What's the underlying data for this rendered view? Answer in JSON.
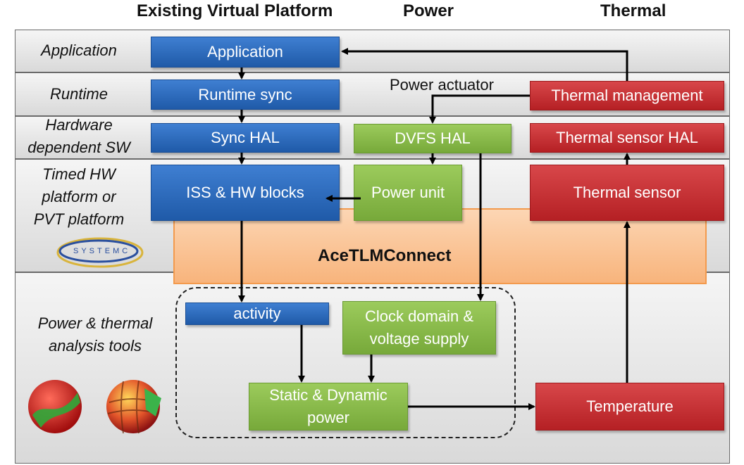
{
  "headers": {
    "virtual_platform": "Existing Virtual Platform",
    "power": "Power",
    "thermal": "Thermal"
  },
  "layers": {
    "application": "Application",
    "runtime": "Runtime",
    "hw_dependent_sw": [
      "Hardware",
      "dependent SW"
    ],
    "timed_hw": [
      "Timed HW",
      "platform or",
      "PVT platform"
    ],
    "tools": [
      "Power & thermal",
      "analysis tools"
    ]
  },
  "blocks": {
    "application": "Application",
    "runtime_sync": "Runtime sync",
    "sync_hal": "Sync HAL",
    "iss_hw": "ISS & HW blocks",
    "activity": "activity",
    "dvfs_hal": "DVFS HAL",
    "power_unit": "Power unit",
    "clock_domain": [
      "Clock domain &",
      "voltage supply"
    ],
    "static_dynamic": [
      "Static & Dynamic",
      "power"
    ],
    "thermal_management": "Thermal management",
    "thermal_sensor_hal": "Thermal sensor HAL",
    "thermal_sensor": "Thermal sensor",
    "temperature": "Temperature"
  },
  "labels": {
    "power_actuator": "Power actuator",
    "acetlmconnect": "AceTLMConnect",
    "systemc_logo": "SYSTEMC"
  },
  "colors": {
    "blue": "#2a6bc0",
    "green": "#8cbd4a",
    "red": "#c7282c",
    "orange": "#f8b47c",
    "band": "#e3e3e3"
  },
  "icons": [
    "systemc-logo",
    "tool-logo-1",
    "tool-logo-2"
  ]
}
